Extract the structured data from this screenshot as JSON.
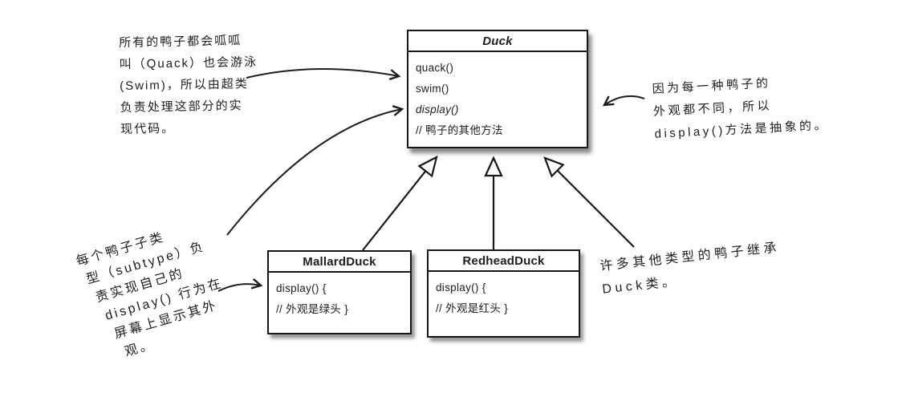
{
  "diagram": {
    "title_hint": "Duck class hierarchy UML diagram",
    "colors": {
      "ink": "#1d1d1d",
      "line": "#161616",
      "background": "#ffffff",
      "shadow": "#464646"
    },
    "classes": [
      {
        "id": "duck",
        "title": "Duck",
        "members": [
          "quack()",
          "swim()",
          "display()",
          "// 鸭子的其他方法"
        ]
      },
      {
        "id": "mallard",
        "title": "MallardDuck",
        "members": [
          "display() {",
          "// 外观是绿头 }"
        ]
      },
      {
        "id": "redhead",
        "title": "RedheadDuck",
        "members": [
          "display() {",
          "// 外观是红头 }"
        ]
      }
    ],
    "notes": [
      {
        "id": "superclass-note",
        "lines": [
          "所有的鸭子都会呱呱",
          "叫（Quack）也会游泳",
          "(Swim)，所以由超类",
          "负责处理这部分的实",
          "现代码。"
        ]
      },
      {
        "id": "abstract-note",
        "lines": [
          "因为每一种鸭子的",
          "外观都不同，所以",
          "display()方法是抽象的。"
        ]
      },
      {
        "id": "subtype-note",
        "lines": [
          "每个鸭子子类",
          "型（subtype）负",
          "责实现自己的",
          "display() 行为在",
          "屏幕上显示其外",
          "观。"
        ]
      },
      {
        "id": "inherit-note",
        "lines": [
          "许多其他类型的鸭子继承",
          "Duck类。"
        ]
      }
    ]
  }
}
